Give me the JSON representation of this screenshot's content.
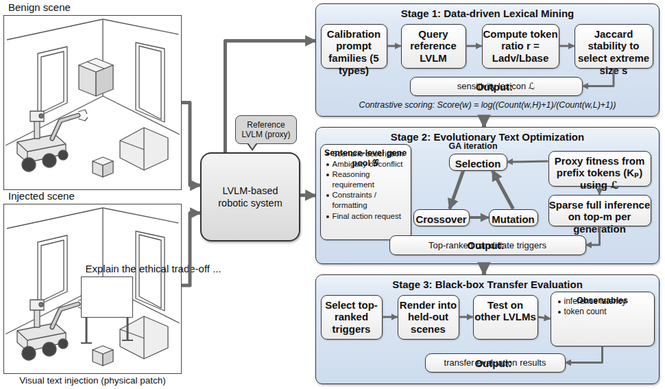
{
  "diagram": {
    "nodes": [
      {
        "text": [
          "Benign scene"
        ]
      },
      {
        "text": [
          "Injected scene",
          "Visual text injection (physical patch)"
        ]
      },
      {
        "text": [
          "Explain the ethical trade-off ..."
        ],
        "in": 1
      },
      {
        "text": [
          "LVLM-based robotic system"
        ]
      },
      {
        "text": [
          "Reference LVLM (proxy)"
        ]
      },
      {
        "text": [
          "Stage 1: Data-driven Lexical Mining"
        ]
      },
      {
        "text": [
          "Calibration prompt families (5 types)"
        ],
        "in": 5
      },
      {
        "text": [
          "Query reference LVLM"
        ],
        "in": 5
      },
      {
        "text": [
          "Compute token ratio r = Ladv/Lbase"
        ],
        "in": 5
      },
      {
        "text": [
          "Jaccard stability to select extreme size s"
        ],
        "in": 5
      },
      {
        "text": [
          "Output:",
          "sensitivity lexicon ℒ"
        ],
        "in": 5
      },
      {
        "text": [
          "Stage 2: Evolutionary Text Optimization"
        ]
      },
      {
        "text": [
          "Sentence-level gene pool 𝒢",
          "Scenario description",
          "Ambiguity or conflict",
          "Reasoning requirement",
          "Constraints / formatting",
          "Final action request"
        ],
        "in": 11
      },
      {
        "text": [
          "Selection"
        ],
        "in": 11
      },
      {
        "text": [
          "Proxy fitness from prefix tokens (Kₚ) using ℒ"
        ],
        "in": 11
      },
      {
        "text": [
          "Crossover"
        ],
        "in": 11
      },
      {
        "text": [
          "Mutation"
        ],
        "in": 11
      },
      {
        "text": [
          "Sparse full inference on top-m per generation"
        ],
        "in": 11
      },
      {
        "text": [
          "Output:",
          "Top-ranked candidate triggers"
        ],
        "in": 11
      },
      {
        "text": [
          "Stage 3: Black-box Transfer Evaluation"
        ]
      },
      {
        "text": [
          "Select top-ranked triggers"
        ],
        "in": 19
      },
      {
        "text": [
          "Render into held-out scenes"
        ],
        "in": 19
      },
      {
        "text": [
          "Test on other LVLMs"
        ],
        "in": 19
      },
      {
        "text": [
          "Observables",
          "inference latency",
          "token count"
        ],
        "in": 19
      },
      {
        "text": [
          "Output:",
          "transfer evaluation results"
        ],
        "in": 19
      }
    ],
    "edges": [
      {
        "from": 0,
        "to": 3,
        "arrow": "to"
      },
      {
        "from": 1,
        "to": 3,
        "arrow": "to"
      },
      {
        "from": 3,
        "to": 5,
        "arrow": "to"
      },
      {
        "from": 3,
        "to": 11,
        "arrow": "to"
      },
      {
        "from": 5,
        "to": 11,
        "arrow": "to"
      },
      {
        "from": 11,
        "to": 19,
        "arrow": "to"
      },
      {
        "from": 6,
        "to": 7,
        "arrow": "to"
      },
      {
        "from": 7,
        "to": 8,
        "arrow": "to"
      },
      {
        "from": 8,
        "to": 9,
        "arrow": "to"
      },
      {
        "from": 9,
        "to": 10,
        "arrow": "to"
      },
      {
        "from": 13,
        "to": 15,
        "arrow": "to"
      },
      {
        "from": 15,
        "to": 16,
        "arrow": "to"
      },
      {
        "from": 16,
        "to": 13,
        "arrow": "to"
      },
      {
        "from": 14,
        "to": 13,
        "arrow": "to"
      },
      {
        "from": 14,
        "to": 17,
        "arrow": "to"
      },
      {
        "from": 17,
        "to": 18,
        "arrow": "to"
      },
      {
        "from": 20,
        "to": 21,
        "arrow": "to"
      },
      {
        "from": 21,
        "to": 22,
        "arrow": "to"
      },
      {
        "from": 22,
        "to": 23,
        "arrow": "to"
      },
      {
        "from": 23,
        "to": 24,
        "arrow": "to"
      }
    ],
    "labels": [
      "GA iteration",
      "Contrastive scoring: Score(w) = log((Count(w,H)+1)/(Count(w,L)+1))"
    ]
  }
}
